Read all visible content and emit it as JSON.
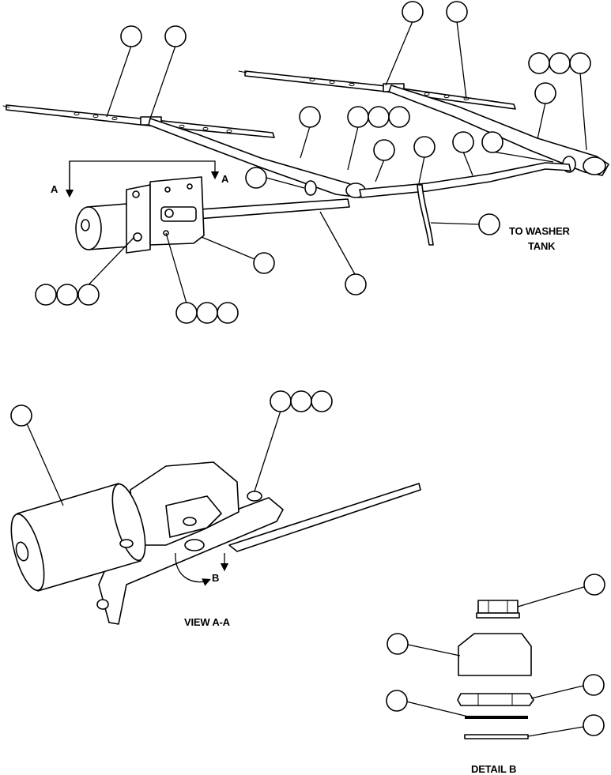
{
  "labels": {
    "to_washer_tank_line1": "TO WASHER",
    "to_washer_tank_line2": "TANK",
    "section_mark_left": "A",
    "section_mark_right": "A",
    "view_a_a": "VIEW A-A",
    "rotation_mark": "B",
    "detail_b": "DETAIL B"
  }
}
